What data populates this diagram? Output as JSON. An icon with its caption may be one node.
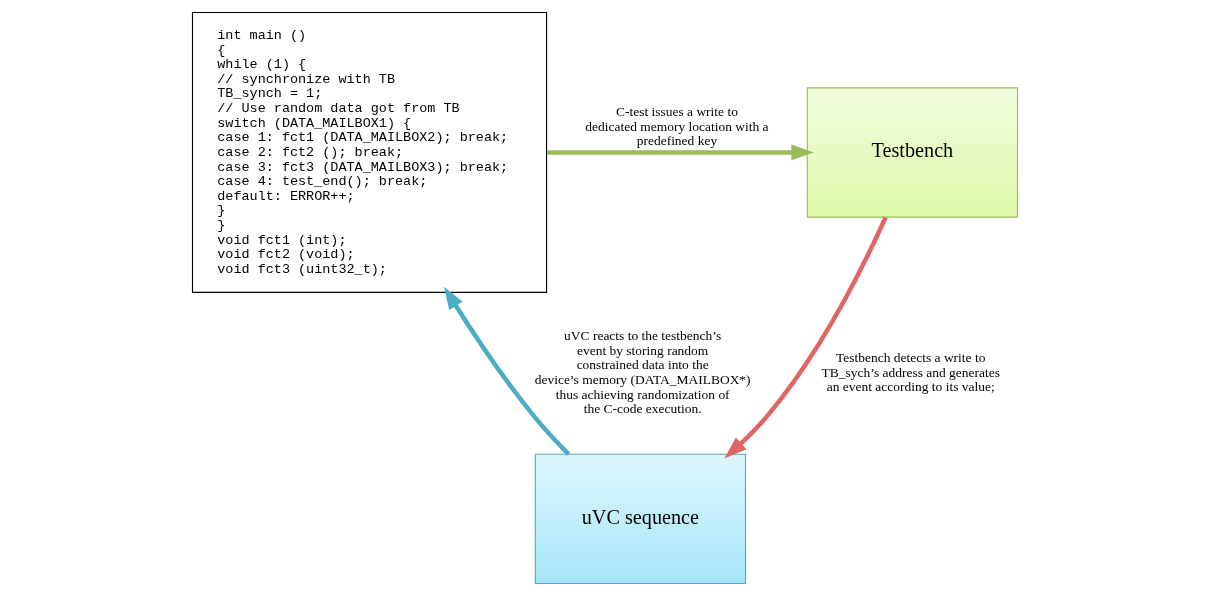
{
  "diagram": {
    "nodes": [
      {
        "text": [
          "int main ()",
          "{",
          "while (1) {",
          "// synchronize with TB",
          "TB_synch = 1;",
          "// Use random data got from TB",
          "switch (DATA_MAILBOX1) {",
          "case 1: fct1 (DATA_MAILBOX2); break;",
          "case 2: fct2 (); break;",
          "case 3: fct3 (DATA_MAILBOX3); break;",
          "case 4: test_end(); break;",
          "default: ERROR++;",
          "}",
          "}",
          "void fct1 (int);",
          "void fct2 (void);",
          "void fct3 (uint32_t);"
        ]
      },
      {
        "text": [
          "Testbench"
        ]
      },
      {
        "text": [
          "uVC sequence"
        ]
      }
    ],
    "edges": [
      {
        "from": 0,
        "to": 1,
        "arrow": "to",
        "label": "C-test issues a write to dedicated memory location with a predefined key",
        "color": "#9bbb59"
      },
      {
        "from": 1,
        "to": 2,
        "arrow": "to",
        "label": "Testbench detects a write to TB_sych’s address and generates an event according to its value;",
        "color": "#e06666"
      },
      {
        "from": 2,
        "to": 0,
        "arrow": "to",
        "label": "uVC reacts to the testbench’s event by storing random constrained data into the device’s memory (DATA_MAILBOX*) thus achieving randomization of the C-code execution.",
        "color": "#4bacc6"
      }
    ]
  }
}
